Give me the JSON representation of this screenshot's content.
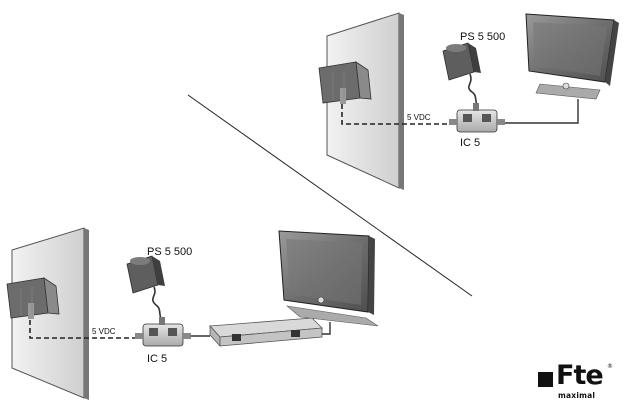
{
  "top_setup": {
    "power_supply_label": "PS 5 500",
    "voltage_label": "5 VDC",
    "inserter_label": "IC 5"
  },
  "bottom_setup": {
    "power_supply_label": "PS 5 500",
    "voltage_label": "5 VDC",
    "inserter_label": "IC 5"
  },
  "brand": {
    "name": "Fte",
    "registered_mark": "®",
    "tagline": "maximal"
  }
}
